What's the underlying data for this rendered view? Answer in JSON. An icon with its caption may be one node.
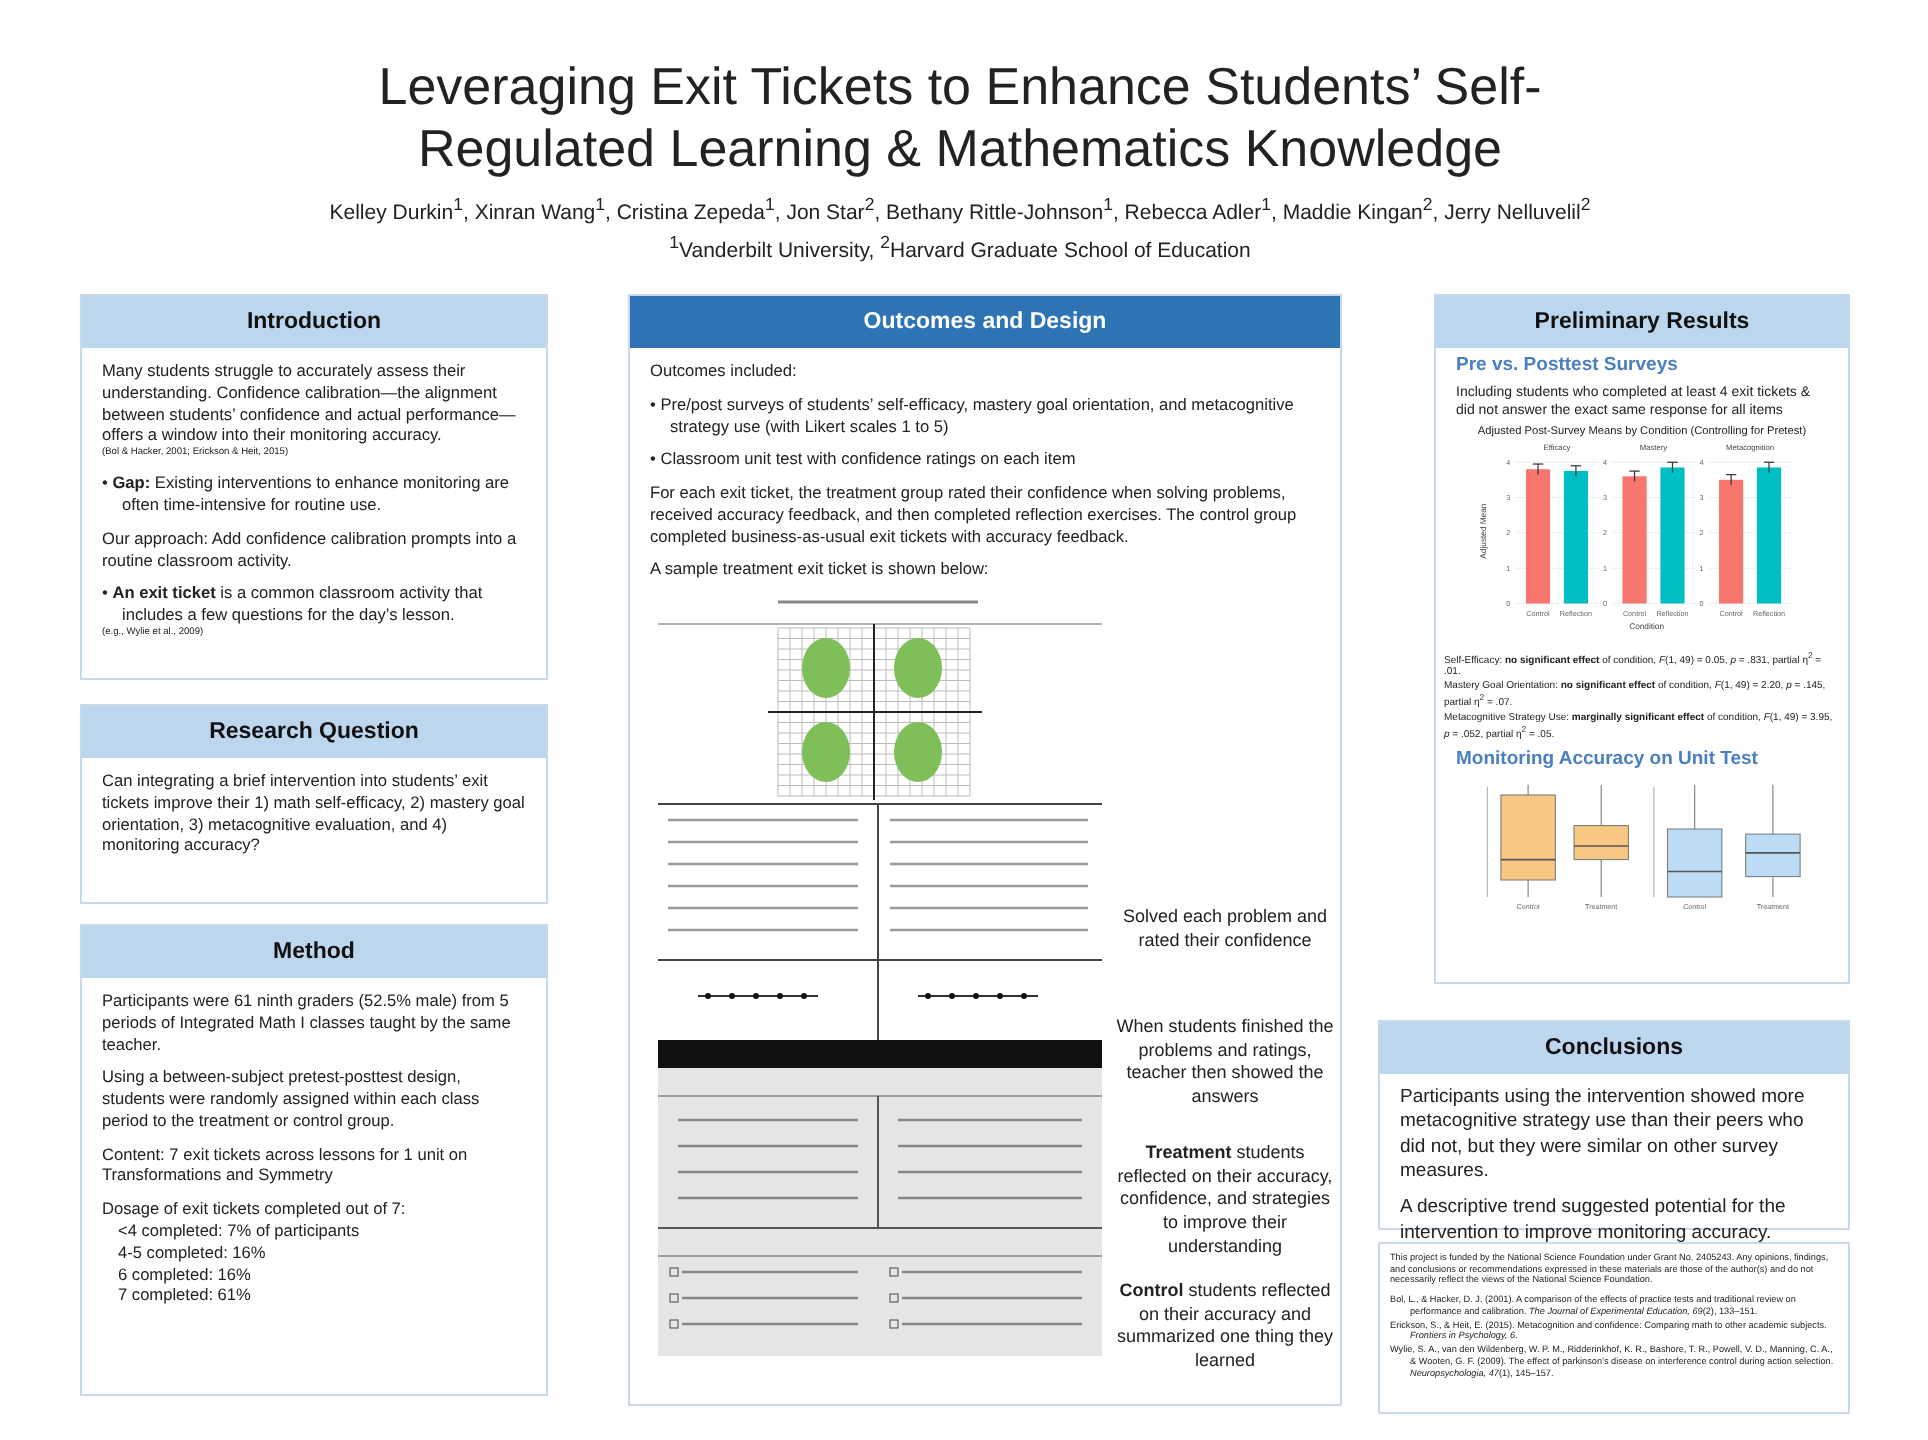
{
  "diagram": {
    "title": "Leveraging Exit Tickets to Enhance Students’ Self-Regulated Learning & Mathematics Knowledge",
    "nodes": [
      {
        "text": [
          "Introduction",
          "Many students struggle to accurately assess their understanding. Confidence calibration—the alignment between students’ confidence and actual performance—offers a window into their monitoring accuracy.",
          "(Bol & Hacker, 2001; Erickson & Heit, 2015)",
          "• **Gap:** Existing interventions to enhance monitoring are often time-intensive for routine use.",
          "Our approach: Add confidence calibration prompts into a routine classroom activity.",
          "• **An exit ticket** is a common classroom activity that includes a few questions for the day’s lesson.",
          "(e.g., Wylie et al., 2009)"
        ]
      },
      {
        "text": [
          "Research Question",
          "Can integrating a brief intervention into students’ exit tickets improve their 1) math self-efficacy, 2) mastery goal orientation, 3) metacognitive evaluation, and 4) monitoring accuracy?"
        ]
      },
      {
        "text": [
          "Method",
          "Participants were 61 ninth graders (52.5% male) from 5 periods of Integrated Math I classes taught by the same teacher.",
          "Using a between-subject pretest-posttest design, students were randomly assigned within each class period to the treatment or control group.",
          "Content: 7 exit tickets across lessons for 1 unit on Transformations and Symmetry",
          "Dosage of exit tickets completed out of 7:",
          "<4 completed: 7% of participants",
          "4-5 completed: 16%",
          "6 completed: 16%",
          "7 completed: 61%"
        ]
      },
      {
        "text": [
          "Outcomes and Design",
          "Outcomes included:",
          "• Pre/post surveys of students’ self-efficacy, mastery goal orientation, and metacognitive strategy use (with Likert scales 1 to 5)",
          "• Classroom unit test with confidence ratings on each item",
          "For each exit ticket, the treatment group rated their confidence when solving problems, received accuracy feedback, and then completed reflection exercises. The control group completed business-as-usual exit tickets with accuracy feedback.",
          "A sample treatment exit ticket is shown below:",
          "Solved each problem and rated their confidence",
          "When students finished the problems and ratings, teacher then showed the answers",
          "**Treatment** students reflected on their accuracy, confidence, and strategies to improve their understanding",
          "**Control** students reflected on their accuracy and summarized one thing they learned"
        ]
      },
      {
        "text": [],
        "shape": "picture",
        "in": 3
      },
      {
        "text": [
          "Preliminary Results",
          "Pre vs. Posttest Surveys",
          "Including students who completed at least 4 exit tickets & did not answer the exact same response for all items",
          "Self-Efficacy: **no significant effect** of condition, *F*(1, 49) = 0.05, *p* = .831, partial η$^{2}$ = .01.",
          "Mastery Goal Orientation: **no significant effect** of condition, *F*(1, 49) = 2.20, *p* = .145, partial η$^{2}$ = .07.",
          "Metacognitive Strategy Use: **marginally significant effect** of condition, *F*(1, 49) = 3.95, *p* = .052, partial η$^{2}$ = .05.",
          "Monitoring Accuracy on Unit Test"
        ]
      },
      {
        "text": [
          "Adjusted Post-Survey Means by Condition (Controlling for Pretest)"
        ],
        "in": 5
      },
      {
        "text": [],
        "shape": "picture",
        "in": 5
      },
      {
        "text": [
          "Conclusions",
          "Participants using the intervention showed more metacognitive strategy use than their peers who did not, but they were similar on other survey measures.",
          "A descriptive trend suggested potential for the intervention to improve monitoring accuracy."
        ]
      },
      {
        "text": [
          "This project is funded by the National Science Foundation under Grant No. 2405243. Any opinions, findings, and conclusions or recommendations expressed in these materials are those of the author(s) and do not necessarily reflect the views of the National Science Foundation.",
          "Bol, L., & Hacker, D. J. (2001). A comparison of the effects of practice tests and traditional review on performance and calibration. *The Journal of Experimental Education, 69*(2), 133–151.",
          "Erickson, S., & Heit, E. (2015). Metacognition and confidence: Comparing math to other academic subjects. *Frontiers in Psychology, 6*.",
          "Wylie, S. A., van den Wildenberg, W. P. M., Ridderinkhof, K. R., Bashore, T. R., Powell, V. D., Manning, C. A., & Wooten, G. F. (2009). The effect of parkinson’s disease on interference control during action selection. *Neuropsychologia, 47*(1), 145–157."
        ]
      }
    ],
    "edges": [],
    "labels": [
      "Kelley Durkin$^{1}$, Xinran Wang$^{1}$, Cristina Zepeda$^{1}$, Jon Star$^{2}$, Bethany Rittle-Johnson$^{1}$, Rebecca Adler$^{1}$, Maddie Kingan$^{2}$, Jerry Nelluvelil$^{2}$",
      "$^{1}$Vanderbilt University, $^{2}$Harvard Graduate School of Education",
      "Efficacy",
      "Mastery",
      "Metacognition",
      "Adjusted Mean",
      "0",
      "1",
      "2",
      "3",
      "4",
      "0",
      "1",
      "2",
      "3",
      "4",
      "0",
      "1",
      "2",
      "3",
      "4",
      "Control",
      "Reflection",
      "Control",
      "Reflection",
      "Control",
      "Reflection",
      "Condition",
      "Control",
      "Treatment",
      "Control",
      "Treatment"
    ]
  }
}
